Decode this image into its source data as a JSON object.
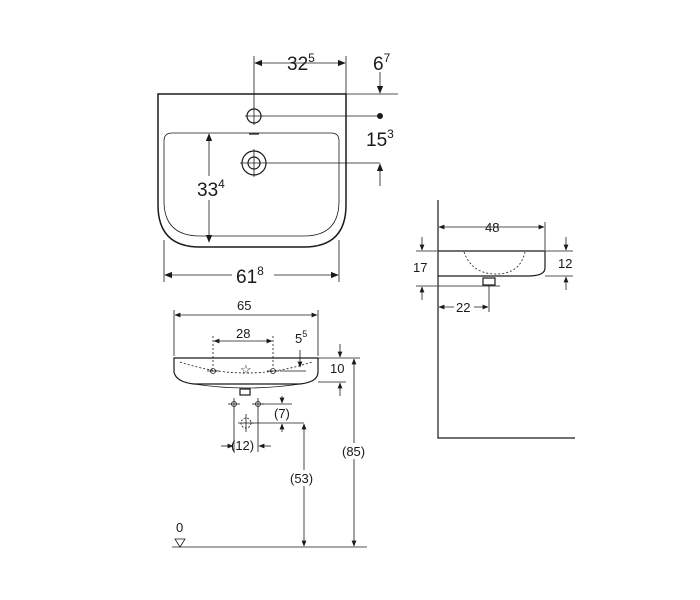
{
  "top_view": {
    "dim_tap_offset": {
      "main": "32",
      "sup": "5"
    },
    "dim_top_edge": {
      "main": "6",
      "sup": "7"
    },
    "dim_waste_offset": {
      "main": "15",
      "sup": "3"
    },
    "dim_bowl_depth": {
      "main": "33",
      "sup": "4"
    },
    "dim_bowl_width": {
      "main": "61",
      "sup": "8"
    }
  },
  "front_view": {
    "dim_overall_width": "65",
    "dim_fixing_spacing": "28",
    "dim_fixing_height": {
      "main": "5",
      "sup": "5"
    },
    "dim_basin_height": "10",
    "dim_trap_offset": "(7)",
    "dim_trap_width": "(12)",
    "dim_outlet_height": "(53)",
    "dim_rim_height": "(85)",
    "floor_level": "0"
  },
  "side_view": {
    "dim_depth": "48",
    "dim_overall_height": "17",
    "dim_rim_height": "12",
    "dim_outlet_offset": "22"
  }
}
